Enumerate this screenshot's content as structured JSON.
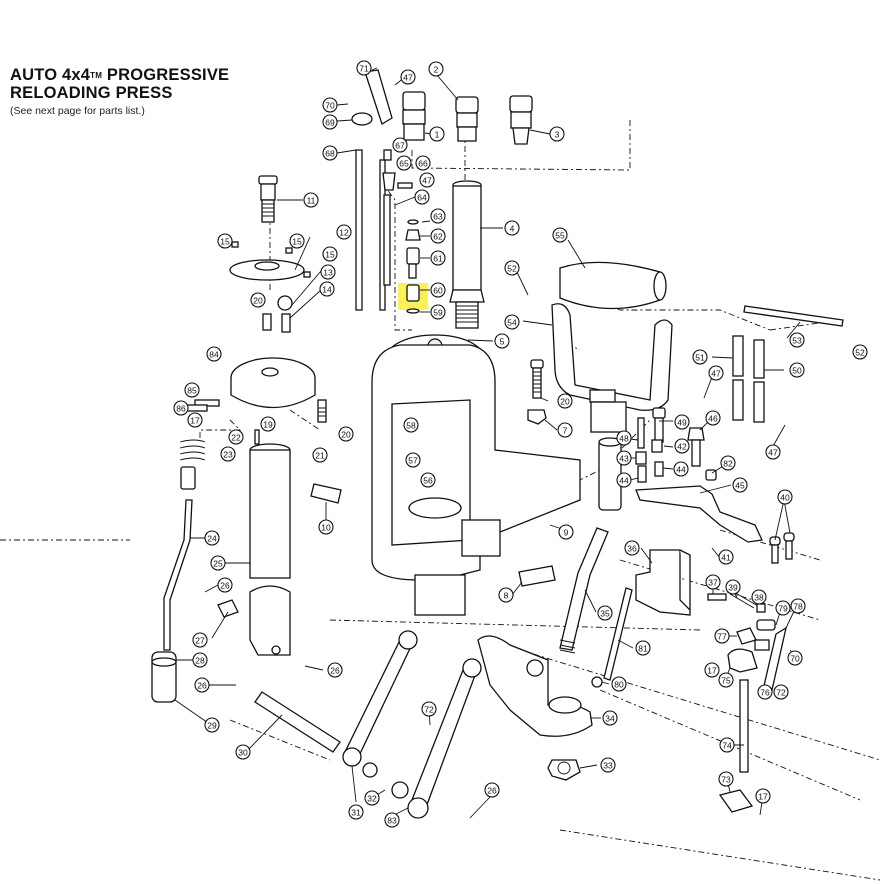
{
  "title": {
    "line1": "AUTO 4x4",
    "trademark": "TM",
    "line1_suffix": " PROGRESSIVE",
    "line2": "RELOADING PRESS",
    "note": "(See next page for parts list.)"
  },
  "highlight": {
    "part": "60",
    "color": "#f7ef3a"
  },
  "callouts": [
    {
      "id": "c71",
      "label": "71"
    },
    {
      "id": "c47a",
      "label": "47"
    },
    {
      "id": "c70a",
      "label": "70"
    },
    {
      "id": "c69",
      "label": "69"
    },
    {
      "id": "c68",
      "label": "68"
    },
    {
      "id": "c2",
      "label": "2"
    },
    {
      "id": "c1",
      "label": "1"
    },
    {
      "id": "c3",
      "label": "3"
    },
    {
      "id": "c67",
      "label": "67"
    },
    {
      "id": "c65",
      "label": "65"
    },
    {
      "id": "c66",
      "label": "66"
    },
    {
      "id": "c47b",
      "label": "47"
    },
    {
      "id": "c64",
      "label": "64"
    },
    {
      "id": "c63",
      "label": "63"
    },
    {
      "id": "c62",
      "label": "62"
    },
    {
      "id": "c61",
      "label": "61"
    },
    {
      "id": "c60",
      "label": "60"
    },
    {
      "id": "c59",
      "label": "59"
    },
    {
      "id": "c4",
      "label": "4"
    },
    {
      "id": "c11",
      "label": "11"
    },
    {
      "id": "c15a",
      "label": "15"
    },
    {
      "id": "c15b",
      "label": "15"
    },
    {
      "id": "c15c",
      "label": "15"
    },
    {
      "id": "c12",
      "label": "12"
    },
    {
      "id": "c13",
      "label": "13"
    },
    {
      "id": "c14",
      "label": "14"
    },
    {
      "id": "c20a",
      "label": "20"
    },
    {
      "id": "c84",
      "label": "84"
    },
    {
      "id": "c85",
      "label": "85"
    },
    {
      "id": "c86",
      "label": "86"
    },
    {
      "id": "c17a",
      "label": "17"
    },
    {
      "id": "c19",
      "label": "19"
    },
    {
      "id": "c20b",
      "label": "20"
    },
    {
      "id": "c22",
      "label": "22"
    },
    {
      "id": "c21",
      "label": "21"
    },
    {
      "id": "c23",
      "label": "23"
    },
    {
      "id": "c55",
      "label": "55"
    },
    {
      "id": "c52a",
      "label": "52"
    },
    {
      "id": "c54",
      "label": "54"
    },
    {
      "id": "c5",
      "label": "5"
    },
    {
      "id": "c53",
      "label": "53"
    },
    {
      "id": "c52b",
      "label": "52"
    },
    {
      "id": "c51",
      "label": "51"
    },
    {
      "id": "c50",
      "label": "50"
    },
    {
      "id": "c47c",
      "label": "47"
    },
    {
      "id": "c47d",
      "label": "47"
    },
    {
      "id": "c20c",
      "label": "20"
    },
    {
      "id": "c7",
      "label": "7"
    },
    {
      "id": "c58",
      "label": "58"
    },
    {
      "id": "c57",
      "label": "57"
    },
    {
      "id": "c56",
      "label": "56"
    },
    {
      "id": "c49",
      "label": "49"
    },
    {
      "id": "c48",
      "label": "48"
    },
    {
      "id": "c46",
      "label": "46"
    },
    {
      "id": "c42",
      "label": "42"
    },
    {
      "id": "c43",
      "label": "43"
    },
    {
      "id": "c44a",
      "label": "44"
    },
    {
      "id": "c44b",
      "label": "44"
    },
    {
      "id": "c82",
      "label": "82"
    },
    {
      "id": "c45",
      "label": "45"
    },
    {
      "id": "c40",
      "label": "40"
    },
    {
      "id": "c41",
      "label": "41"
    },
    {
      "id": "c10",
      "label": "10"
    },
    {
      "id": "c9",
      "label": "9"
    },
    {
      "id": "c24",
      "label": "24"
    },
    {
      "id": "c25",
      "label": "25"
    },
    {
      "id": "c26a",
      "label": "26"
    },
    {
      "id": "c27",
      "label": "27"
    },
    {
      "id": "c26b",
      "label": "26"
    },
    {
      "id": "c28",
      "label": "28"
    },
    {
      "id": "c26c",
      "label": "26"
    },
    {
      "id": "c29",
      "label": "29"
    },
    {
      "id": "c8",
      "label": "8"
    },
    {
      "id": "c36",
      "label": "36"
    },
    {
      "id": "c37",
      "label": "37"
    },
    {
      "id": "c39",
      "label": "39"
    },
    {
      "id": "c38",
      "label": "38"
    },
    {
      "id": "c79",
      "label": "79"
    },
    {
      "id": "c78",
      "label": "78"
    },
    {
      "id": "c35",
      "label": "35"
    },
    {
      "id": "c81",
      "label": "81"
    },
    {
      "id": "c77",
      "label": "77"
    },
    {
      "id": "c70b",
      "label": "70"
    },
    {
      "id": "c17b",
      "label": "17"
    },
    {
      "id": "c80",
      "label": "80"
    },
    {
      "id": "c75",
      "label": "75"
    },
    {
      "id": "c76",
      "label": "76"
    },
    {
      "id": "c72a",
      "label": "72"
    },
    {
      "id": "c30",
      "label": "30"
    },
    {
      "id": "c72b",
      "label": "72"
    },
    {
      "id": "c34",
      "label": "34"
    },
    {
      "id": "c74",
      "label": "74"
    },
    {
      "id": "c33",
      "label": "33"
    },
    {
      "id": "c31",
      "label": "31"
    },
    {
      "id": "c32",
      "label": "32"
    },
    {
      "id": "c83",
      "label": "83"
    },
    {
      "id": "c26d",
      "label": "26"
    },
    {
      "id": "c73",
      "label": "73"
    },
    {
      "id": "c17c",
      "label": "17"
    }
  ]
}
